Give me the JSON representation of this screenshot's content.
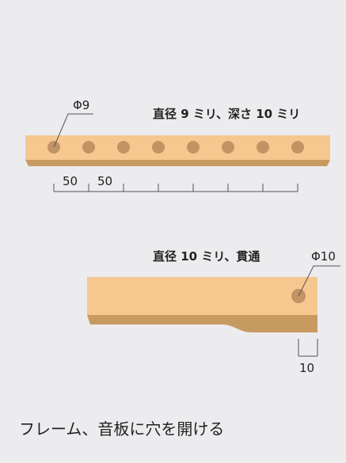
{
  "top_bar": {
    "hole_symbol": "Φ9",
    "note": "直径 9 ミリ、深さ 10 ミリ",
    "spacing_labels": [
      "50",
      "50"
    ]
  },
  "bottom_board": {
    "hole_symbol": "Φ10",
    "note": "直径 10 ミリ、貫通",
    "edge_distance_label": "10"
  },
  "caption": "フレーム、音板に穴を開ける",
  "colors": {
    "wood_face": "#f6c78e",
    "wood_side": "#c79a62",
    "hole": "#c29464",
    "line": "#555555",
    "background": "#ececef"
  }
}
